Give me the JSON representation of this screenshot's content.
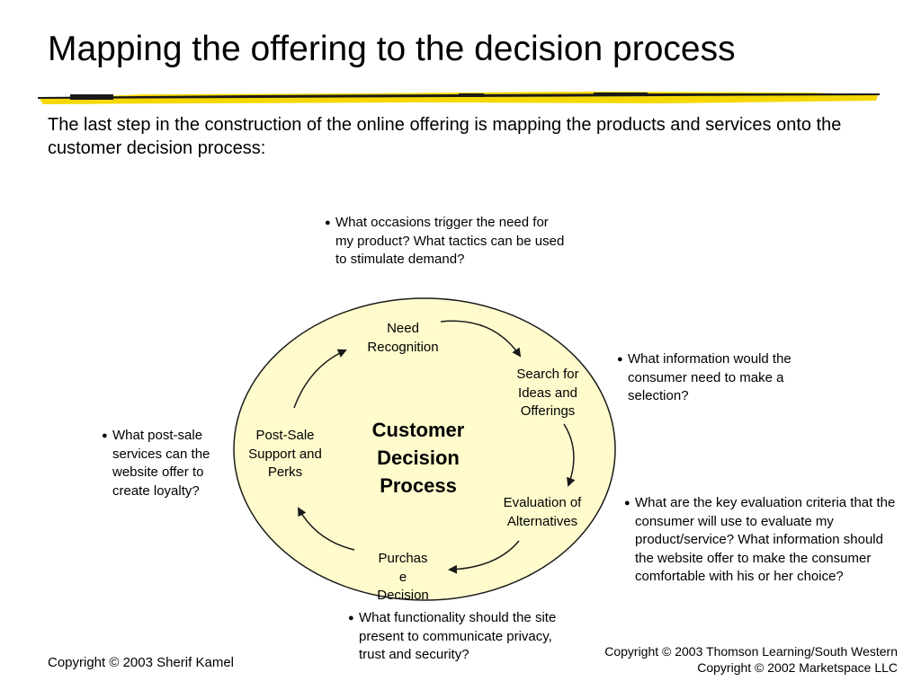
{
  "slide": {
    "title": "Mapping the offering to the decision process",
    "intro": "The last step in the construction of the online offering is mapping the products and services onto the customer decision process:"
  },
  "diagram": {
    "center_label": [
      "Customer",
      "Decision",
      "Process"
    ],
    "stages": {
      "need": [
        "Need",
        "Recognition"
      ],
      "search": [
        "Search for",
        "Ideas and",
        "Offerings"
      ],
      "evaluation": [
        "Evaluation of",
        "Alternatives"
      ],
      "purchase": [
        "Purchas",
        "e",
        "Decision"
      ],
      "postsale": [
        "Post-Sale",
        "Support and",
        "Perks"
      ]
    },
    "questions": {
      "need": "What occasions trigger the need for my product? What tactics can be used to stimulate demand?",
      "search": "What information would the consumer need to make a selection?",
      "evaluation": "What are the key evaluation criteria that the consumer will use to evaluate my product/service? What information should the website offer to make the consumer comfortable with his or her choice?",
      "purchase": "What functionality should the site present to communicate privacy, trust and security?",
      "postsale": "What post-sale services can the website offer to create loyalty?"
    },
    "bullet_symbol": "●",
    "colors": {
      "ellipse_fill": "#FFFBCC",
      "highlight_yellow": "#F5D800",
      "dark_stroke": "#1A1A1A"
    }
  },
  "footer": {
    "left": "Copyright © 2003 Sherif Kamel",
    "right_line1": "Copyright © 2003 Thomson Learning/South Western",
    "right_line2": "Copyright © 2002 Marketspace LLC"
  }
}
